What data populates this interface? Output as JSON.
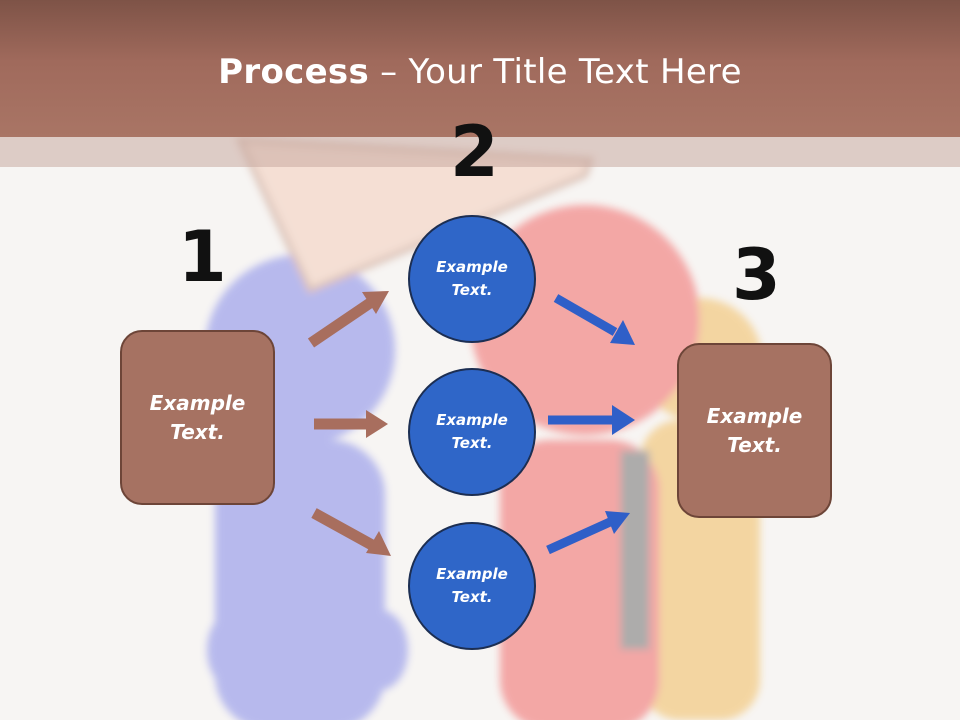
{
  "title": {
    "bold": "Process",
    "rest": " – Your Title Text Here"
  },
  "steps": [
    {
      "number": "1"
    },
    {
      "number": "2"
    },
    {
      "number": "3"
    }
  ],
  "left_box": {
    "line1": "Example",
    "line2": "Text."
  },
  "right_box": {
    "line1": "Example",
    "line2": "Text."
  },
  "circles": [
    {
      "line1": "Example",
      "line2": "Text."
    },
    {
      "line1": "Example",
      "line2": "Text."
    },
    {
      "line1": "Example",
      "line2": "Text."
    }
  ],
  "colors": {
    "header": "#a06a5c",
    "box_fill": "#a67262",
    "circle_fill": "#2f66c8",
    "arrow_brown": "#a86e5e",
    "arrow_blue": "#2f5fc8"
  }
}
